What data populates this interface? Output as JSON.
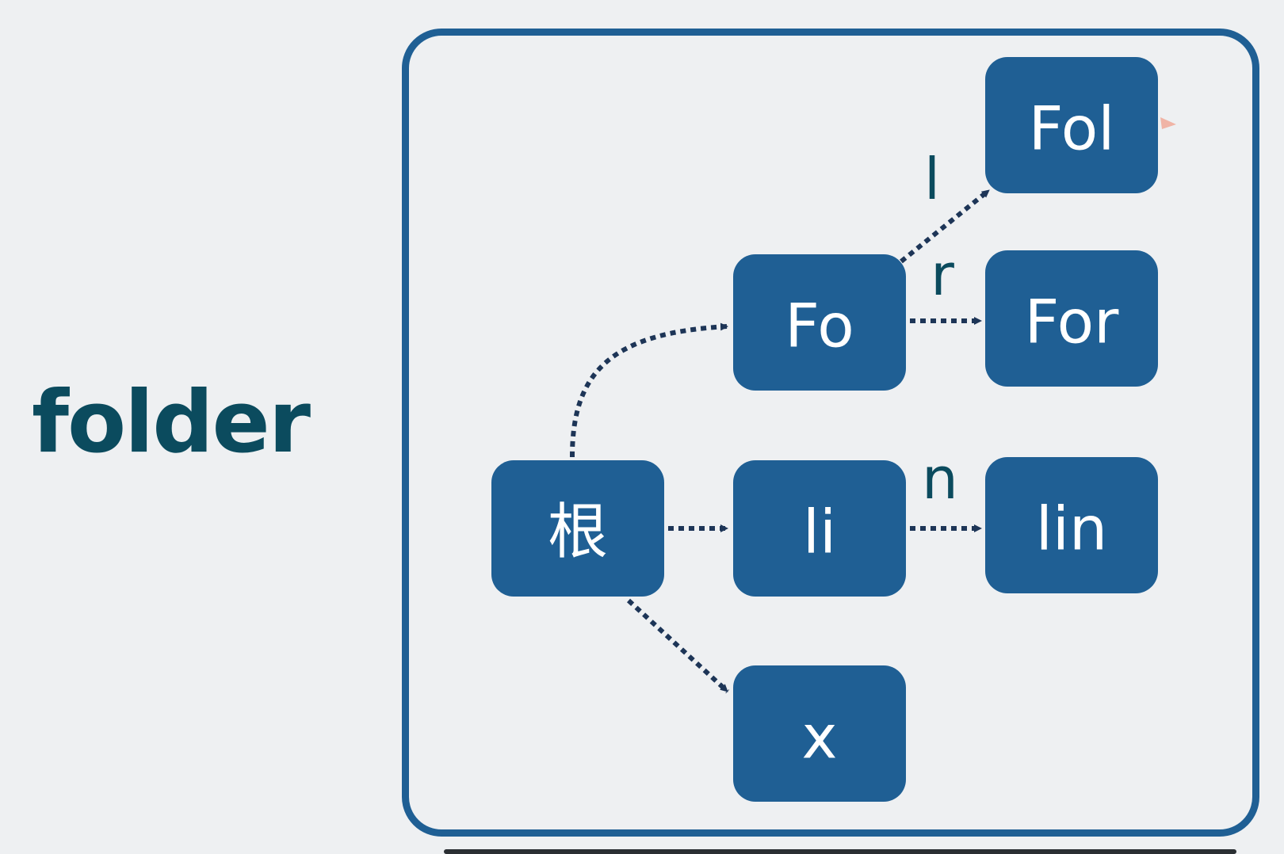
{
  "word": "folder",
  "colors": {
    "background": "#eef0f2",
    "frame_border": "#1f5f94",
    "node_fill": "#1f5f94",
    "node_text": "#ffffff",
    "edge": "#1d3557",
    "word_text": "#0b4b5e"
  },
  "nodes": [
    {
      "id": "root",
      "label": "根"
    },
    {
      "id": "fo",
      "label": "Fo"
    },
    {
      "id": "fol",
      "label": "Fol"
    },
    {
      "id": "for",
      "label": "For"
    },
    {
      "id": "li",
      "label": "li"
    },
    {
      "id": "lin",
      "label": "lin"
    },
    {
      "id": "x",
      "label": "x"
    }
  ],
  "edges": [
    {
      "from": "root",
      "to": "fo",
      "label": ""
    },
    {
      "from": "root",
      "to": "li",
      "label": ""
    },
    {
      "from": "root",
      "to": "x",
      "label": ""
    },
    {
      "from": "fo",
      "to": "fol",
      "label": "l"
    },
    {
      "from": "fo",
      "to": "for",
      "label": "r"
    },
    {
      "from": "li",
      "to": "lin",
      "label": "n"
    }
  ]
}
